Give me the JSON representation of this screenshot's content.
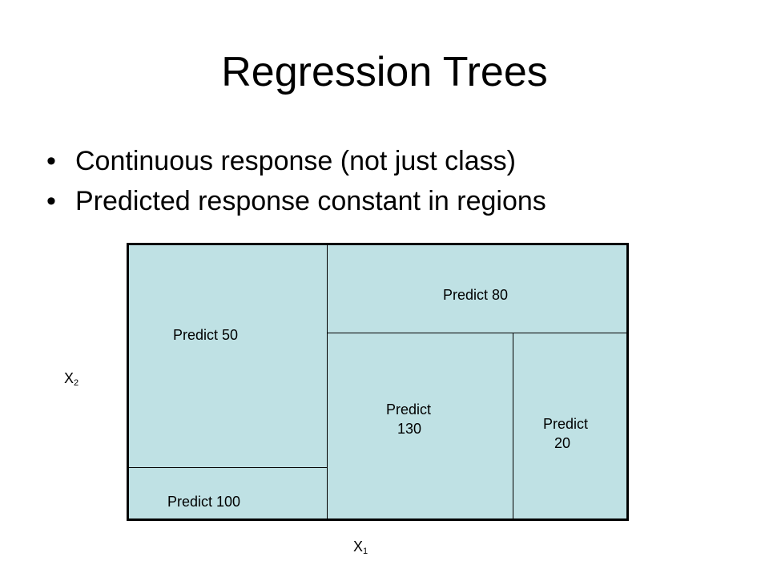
{
  "slide": {
    "title": "Regression Trees",
    "bullet_glyph": "•",
    "bullets": [
      "Continuous response (not just class)",
      "Predicted response constant in regions"
    ]
  },
  "diagram": {
    "fill_color": "#bfe1e4",
    "regions": [
      {
        "label_line1": "Predict 50",
        "label_line2": ""
      },
      {
        "label_line1": "Predict 100",
        "label_line2": ""
      },
      {
        "label_line1": "Predict 80",
        "label_line2": ""
      },
      {
        "label_line1": "Predict",
        "label_line2": "130"
      },
      {
        "label_line1": "Predict",
        "label_line2": "20"
      }
    ],
    "x_axis": {
      "symbol": "X",
      "subscript": "1"
    },
    "y_axis": {
      "symbol": "X",
      "subscript": "2"
    }
  }
}
